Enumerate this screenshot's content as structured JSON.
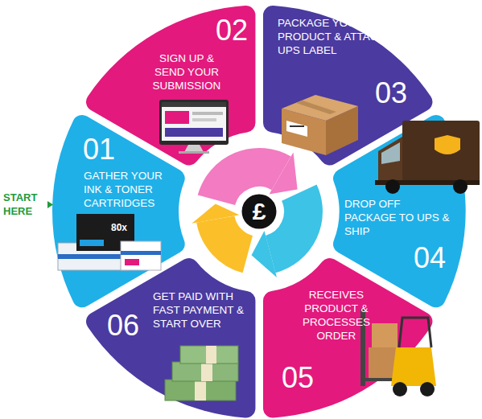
{
  "diagram": {
    "nodes": [
      {
        "text": [
          "01",
          "GATHER YOUR INK & TONER CARTRIDGES"
        ]
      },
      {
        "text": [
          "02",
          "SIGN UP & SEND YOUR SUBMISSION"
        ]
      },
      {
        "text": [
          "PACKAGE YOUR PRODUCT & ATTACH UPS LABEL",
          "03"
        ]
      },
      {
        "text": [
          "DROP OFF PACKAGE TO UPS & SHIP",
          "04"
        ]
      },
      {
        "text": [
          "RECEIVES PRODUCT & PROCESSES ORDER",
          "05"
        ]
      },
      {
        "text": [
          "06",
          "GET PAID WITH FAST PAYMENT & START OVER"
        ]
      },
      {
        "text": [
          "£"
        ]
      }
    ],
    "labels": [
      "START HERE",
      "80x"
    ]
  }
}
